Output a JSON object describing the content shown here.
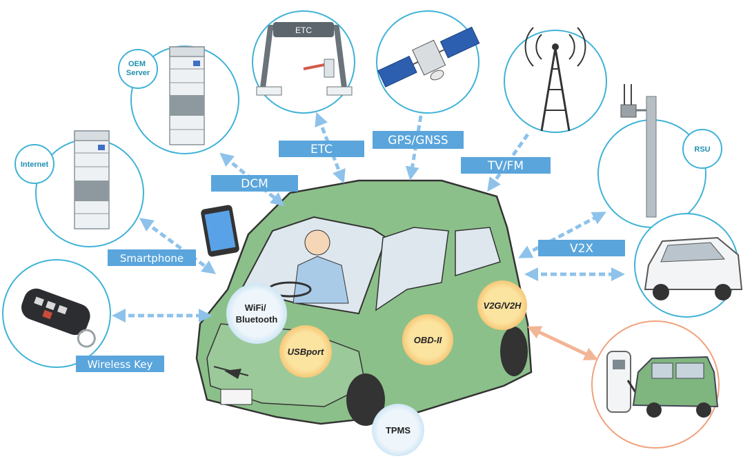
{
  "connections": {
    "dcm": "DCM",
    "etc": "ETC",
    "gps": "GPS/GNSS",
    "tvfm": "TV/FM",
    "smartphone": "Smartphone",
    "v2x": "V2X",
    "wireless_key": "Wireless Key"
  },
  "nodes": {
    "oem_server": "OEM Server",
    "internet": "Internet",
    "rsu": "RSU",
    "etc_gate": "ETC"
  },
  "ports": {
    "wifi_line1": "WiFi/",
    "wifi_line2": "Bluetooth",
    "usb": "USBport",
    "obd": "OBD-II",
    "v2g": "V2G/V2H",
    "tpms": "TPMS"
  },
  "colors": {
    "circle_stroke": "#3fb2d6",
    "label_fill": "#5aa5dc",
    "arrow": "#8ec2ea",
    "car_body": "#8cc08a",
    "port_fill": "#f9dd91",
    "v2g_arrow": "#f2b595"
  }
}
